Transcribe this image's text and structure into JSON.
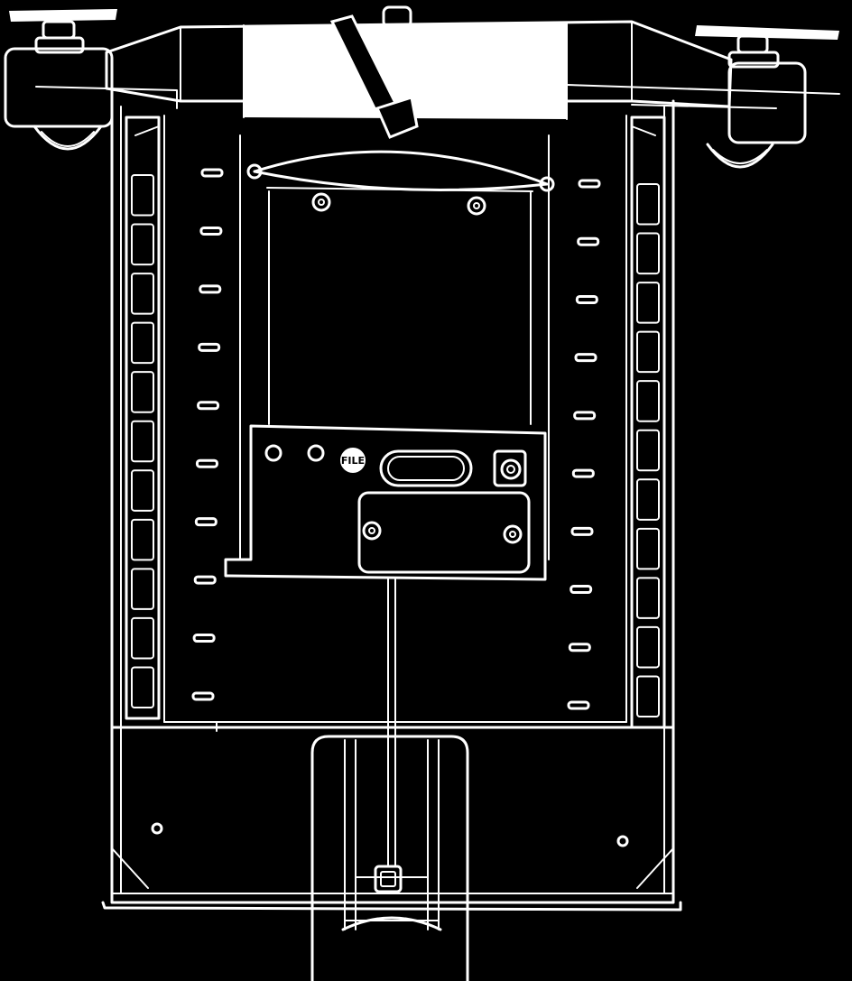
{
  "drawing": {
    "background_color": "#000000",
    "line_color": "#ffffff",
    "control_panel": {
      "knob_label": "FILE"
    },
    "side_panel": {
      "left_slot_count": 10,
      "right_slot_count": 10,
      "ventilation_window_count": 11
    }
  }
}
